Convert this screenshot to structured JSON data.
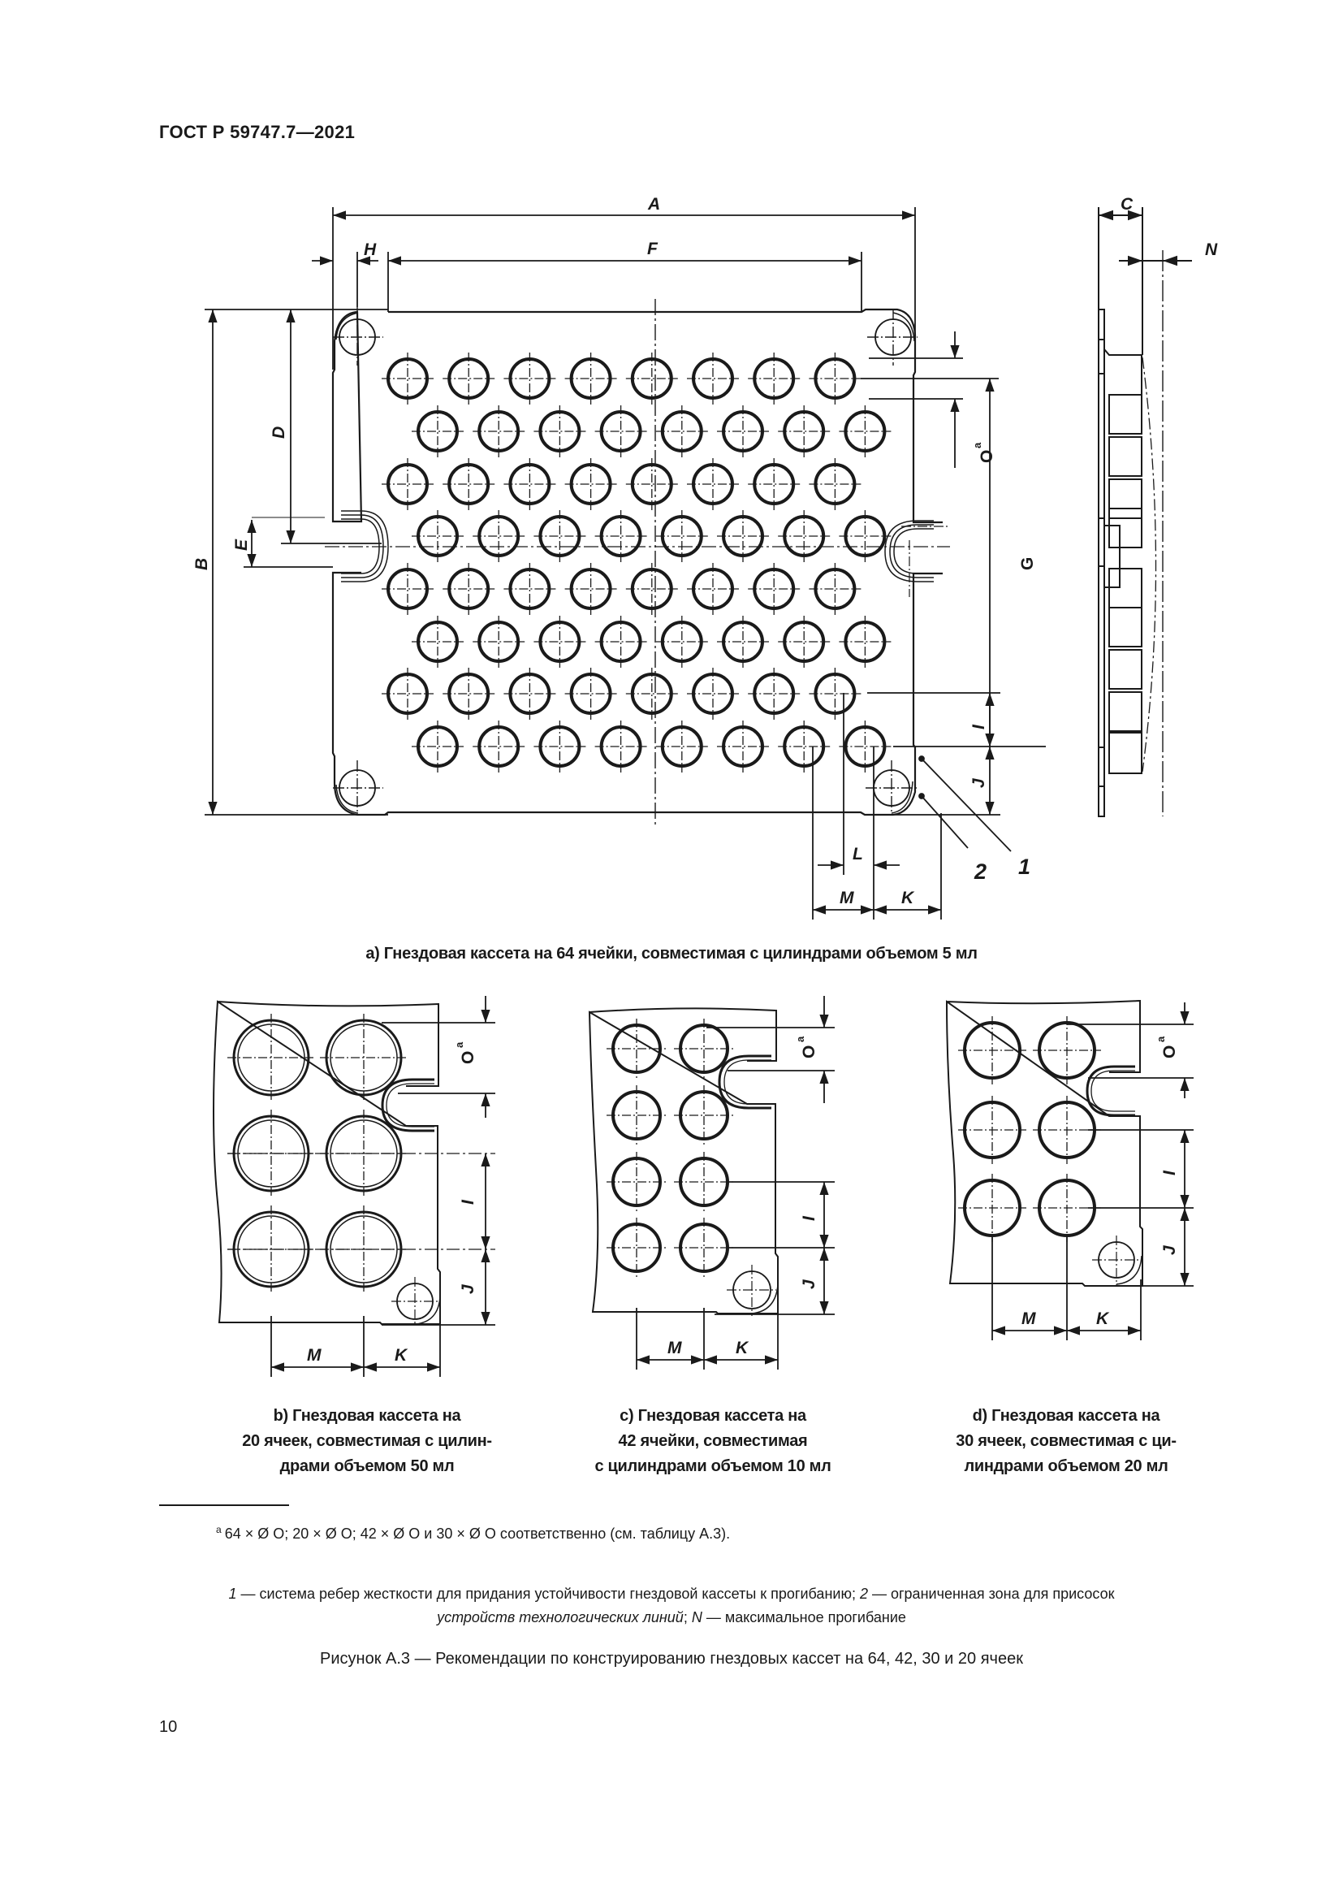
{
  "header": {
    "standard": "ГОСТ Р 59747.7—2021"
  },
  "figure_a": {
    "caption": "а) Гнездовая кассета на 64 ячейки, совместимая с цилиндрами объемом 5 мл",
    "dimension_labels": {
      "A": "A",
      "B": "B",
      "C": "C",
      "D": "D",
      "E": "E",
      "F": "F",
      "G": "G",
      "H": "H",
      "I": "I",
      "J": "J",
      "K": "K",
      "L": "L",
      "M": "M",
      "N": "N",
      "O": "O",
      "O_superscript": "a"
    },
    "callouts": {
      "item1": "1",
      "item2": "2"
    },
    "cells": {
      "rows": 8,
      "cols": 8,
      "total": 64
    }
  },
  "figure_b": {
    "caption_lines": [
      "b) Гнездовая кассета на",
      "20 ячеек, совместимая с цилин-",
      "драми объемом 50 мл"
    ],
    "labels": {
      "O": "O",
      "O_superscript": "a",
      "I": "I",
      "J": "J",
      "M": "M",
      "K": "K"
    }
  },
  "figure_c": {
    "caption_lines": [
      "c) Гнездовая кассета на",
      "42 ячейки, совместимая",
      "с цилиндрами объемом 10 мл"
    ],
    "labels": {
      "O": "O",
      "O_superscript": "a",
      "I": "I",
      "J": "J",
      "M": "M",
      "K": "K"
    }
  },
  "figure_d": {
    "caption_lines": [
      "d) Гнездовая кассета на",
      "30 ячеек, совместимая с ци-",
      "линдрами объемом 20 мл"
    ],
    "labels": {
      "O": "O",
      "O_superscript": "a",
      "I": "I",
      "J": "J",
      "M": "M",
      "K": "K"
    }
  },
  "footnote": {
    "marker": "a",
    "text": "64 × Ø O; 20 × Ø O; 42 × Ø O и 30 × Ø O соответственно (см. таблицу А.3)."
  },
  "legend": {
    "item1_num": "1",
    "item1_text": " — система ребер жесткости для придания устойчивости гнездовой кассеты к прогибанию; ",
    "item2_num": "2",
    "item2_text_a": " — ограниченная зона для присосок ",
    "item2_text_b": "устройств технологических линий",
    "sep": "; ",
    "item_n_sym": "N",
    "item_n_text": " — максимальное прогибание"
  },
  "figure_title": "Рисунок А.3 — Рекомендации по конструированию гнездовых кассет на 64, 42, 30 и 20 ячеек",
  "page_number": "10"
}
